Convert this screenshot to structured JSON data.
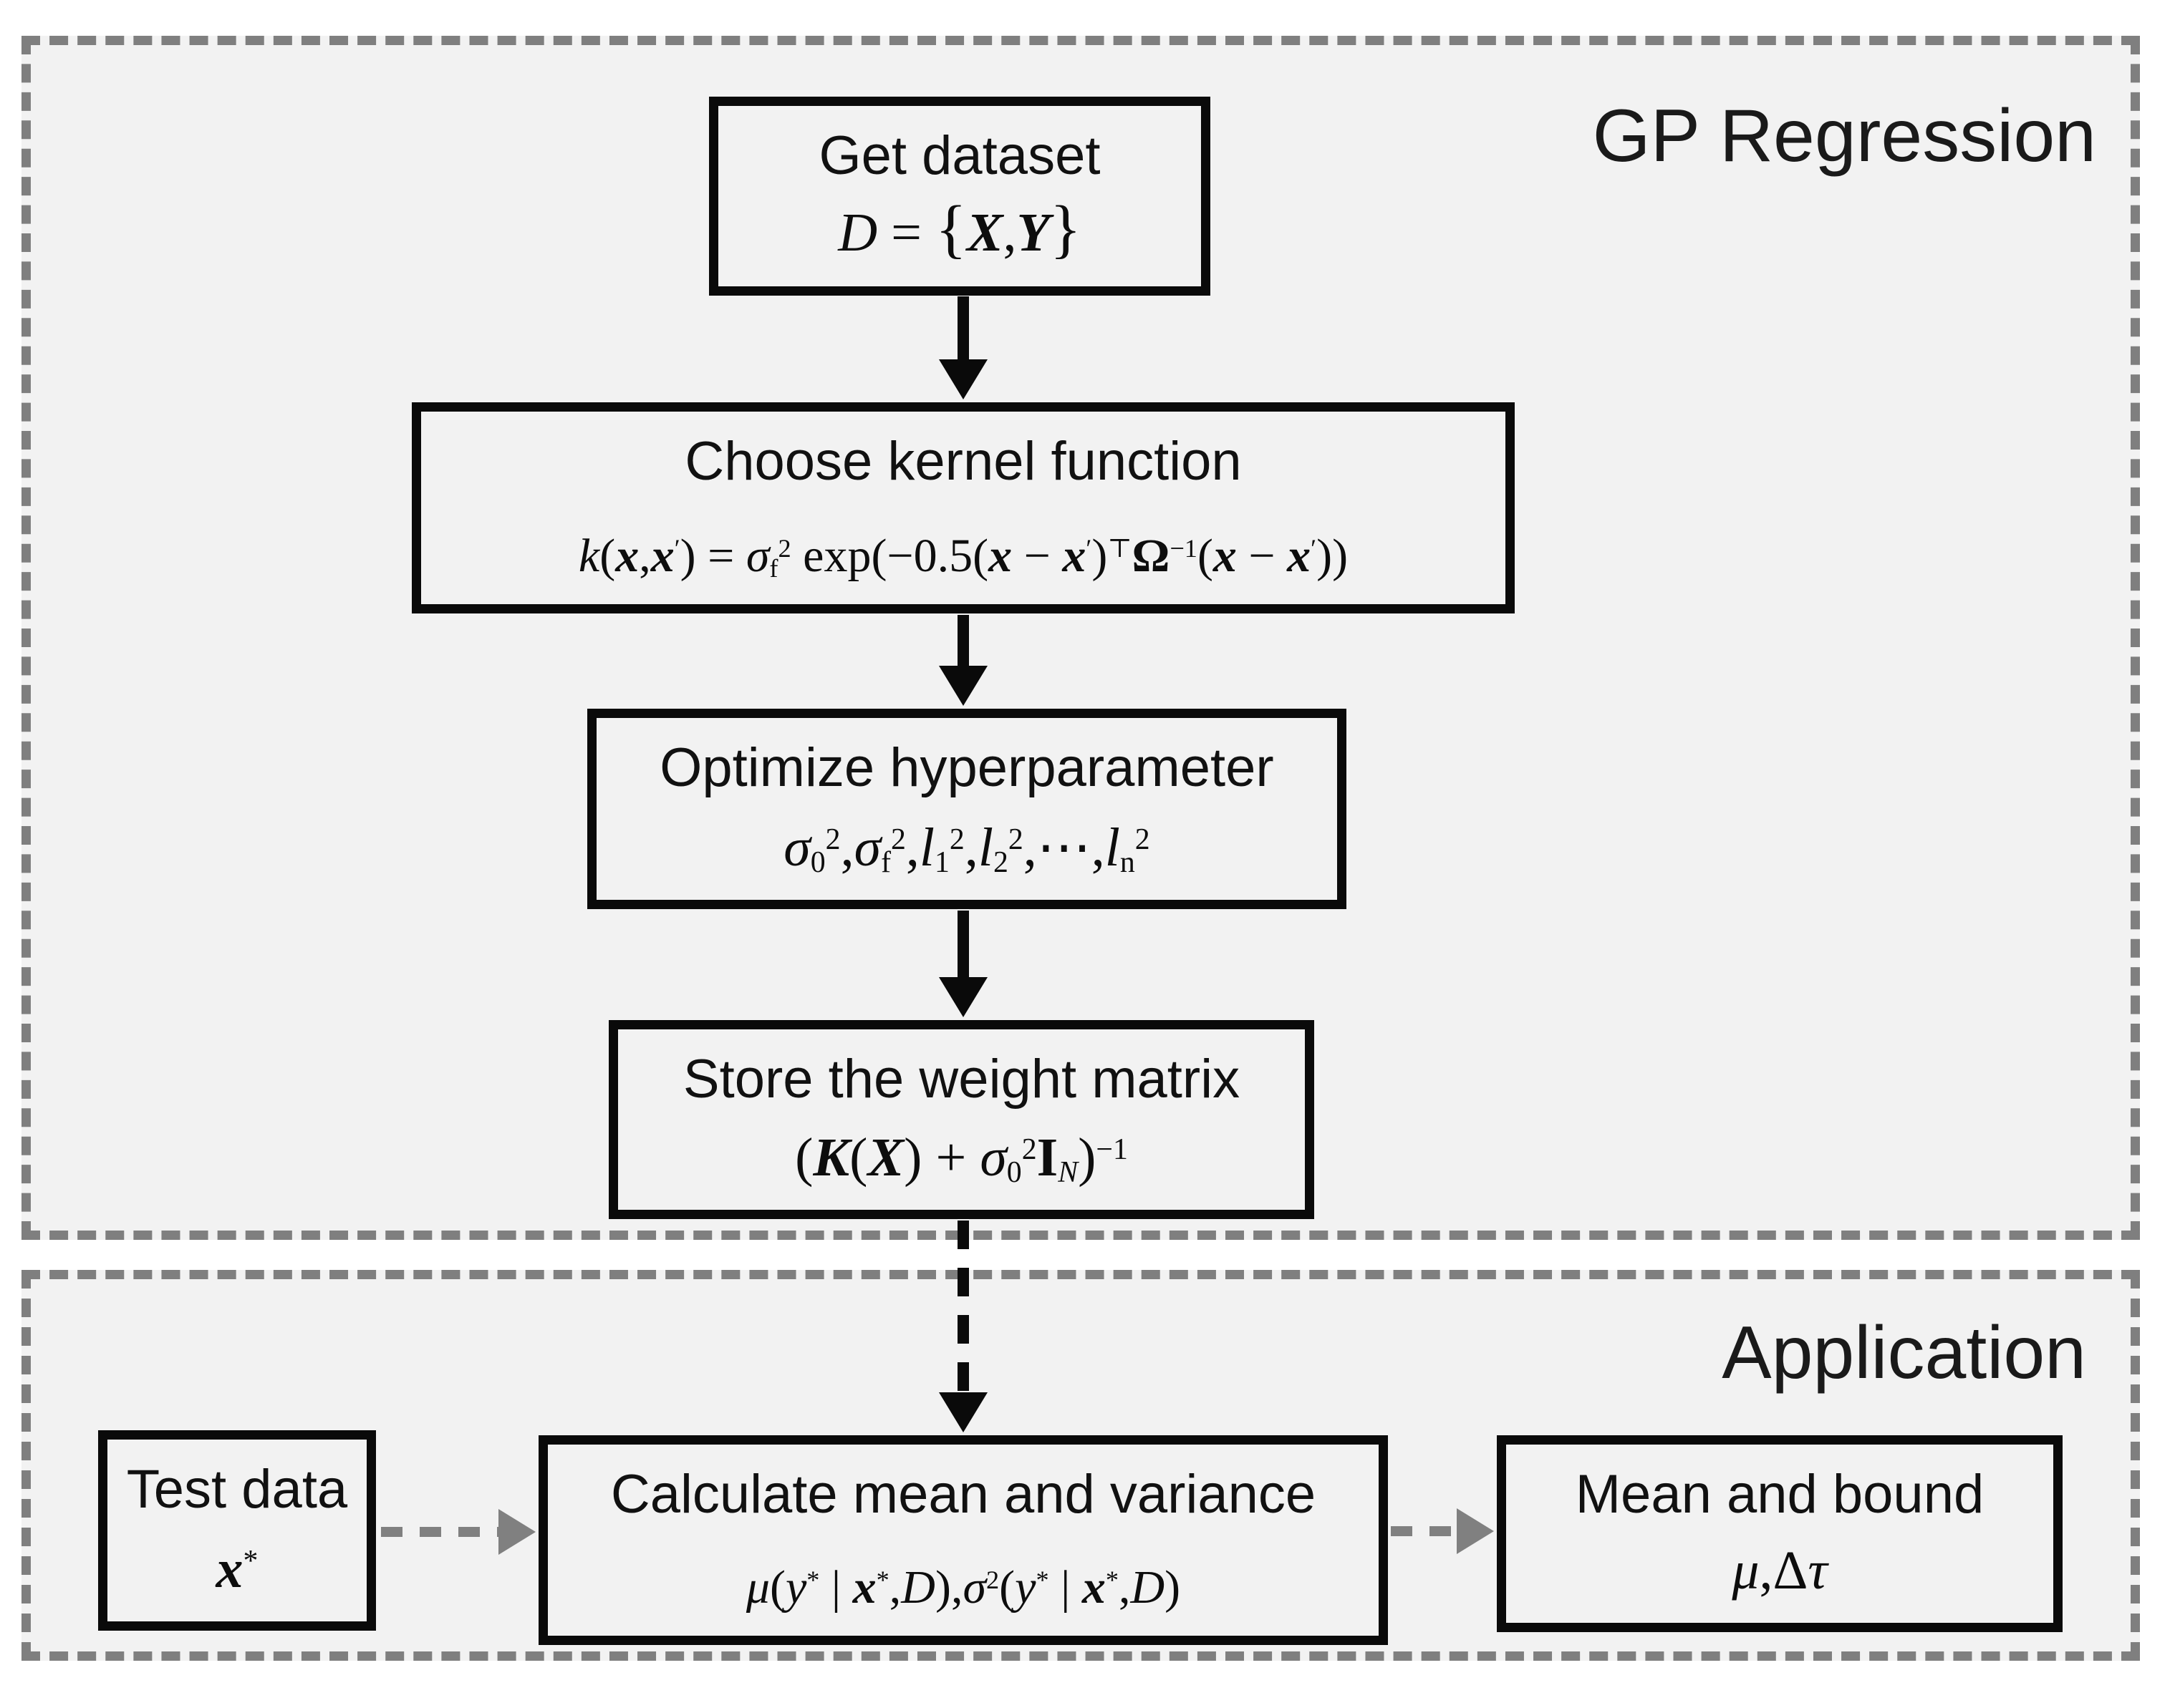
{
  "diagram": {
    "gp_region": {
      "label": "GP Regression",
      "boxes": {
        "get_dataset": {
          "title": "Get dataset",
          "formula_html": "<i>D</i> = <span class=\"f-braces\">{</span><b><i>X</i></b>,<b><i>Y</i></b><span class=\"f-braces\">}</span>"
        },
        "choose_kernel": {
          "title": "Choose kernel function",
          "formula_html": "<i>k</i>(<b><i>x</i></b>,<b><i>x</i></b><sup>′</sup>) = <i>σ</i><sub>f</sub><sup>2</sup> exp(−0.5(<b><i>x</i></b> − <b><i>x</i></b><sup>′</sup>)<sup>⊤</sup><b>Ω</b><sup>−1</sup>(<b><i>x</i></b> − <b><i>x</i></b><sup>′</sup>))"
        },
        "optimize_hyperparameter": {
          "title": "Optimize hyperparameter",
          "formula_html": "<i>σ</i><sub>0</sub><sup>2</sup>,<i>σ</i><sub>f</sub><sup>2</sup>,<i>l</i><sub>1</sub><sup>2</sup>,<i>l</i><sub>2</sub><sup>2</sup>,⋯,<i>l</i><sub>n</sub><sup>2</sup>"
        },
        "store_weight_matrix": {
          "title": "Store the weight matrix",
          "formula_html": "(<b><i>K</i></b>(<b><i>X</i></b>) + <i>σ</i><sub>0</sub><sup>2</sup><b>I</b><sub><i>N</i></sub>)<sup>−1</sup>"
        }
      }
    },
    "application_region": {
      "label": "Application",
      "boxes": {
        "test_data": {
          "title": "Test data",
          "formula_html": "<b><i>x</i></b><sup>*</sup>"
        },
        "calculate_mean_variance": {
          "title": "Calculate mean and variance",
          "formula_html": "<i>μ</i>(<i>y</i><sup>*</sup> | <b><i>x</i></b><sup>*</sup>,<i>D</i>),<i>σ</i><sup>2</sup>(<i>y</i><sup>*</sup> | <b><i>x</i></b><sup>*</sup>,<i>D</i>)"
        },
        "mean_and_bound": {
          "title": "Mean and bound",
          "formula_html": "<i>μ</i>,Δ<i>τ</i>"
        }
      }
    },
    "colors": {
      "region_border": "#7f7f7f",
      "region_fill": "#f2f2f2",
      "box_border": "#0a0a0a",
      "arrow_black": "#0a0a0a",
      "arrow_gray": "#808080",
      "text": "#111111"
    }
  }
}
